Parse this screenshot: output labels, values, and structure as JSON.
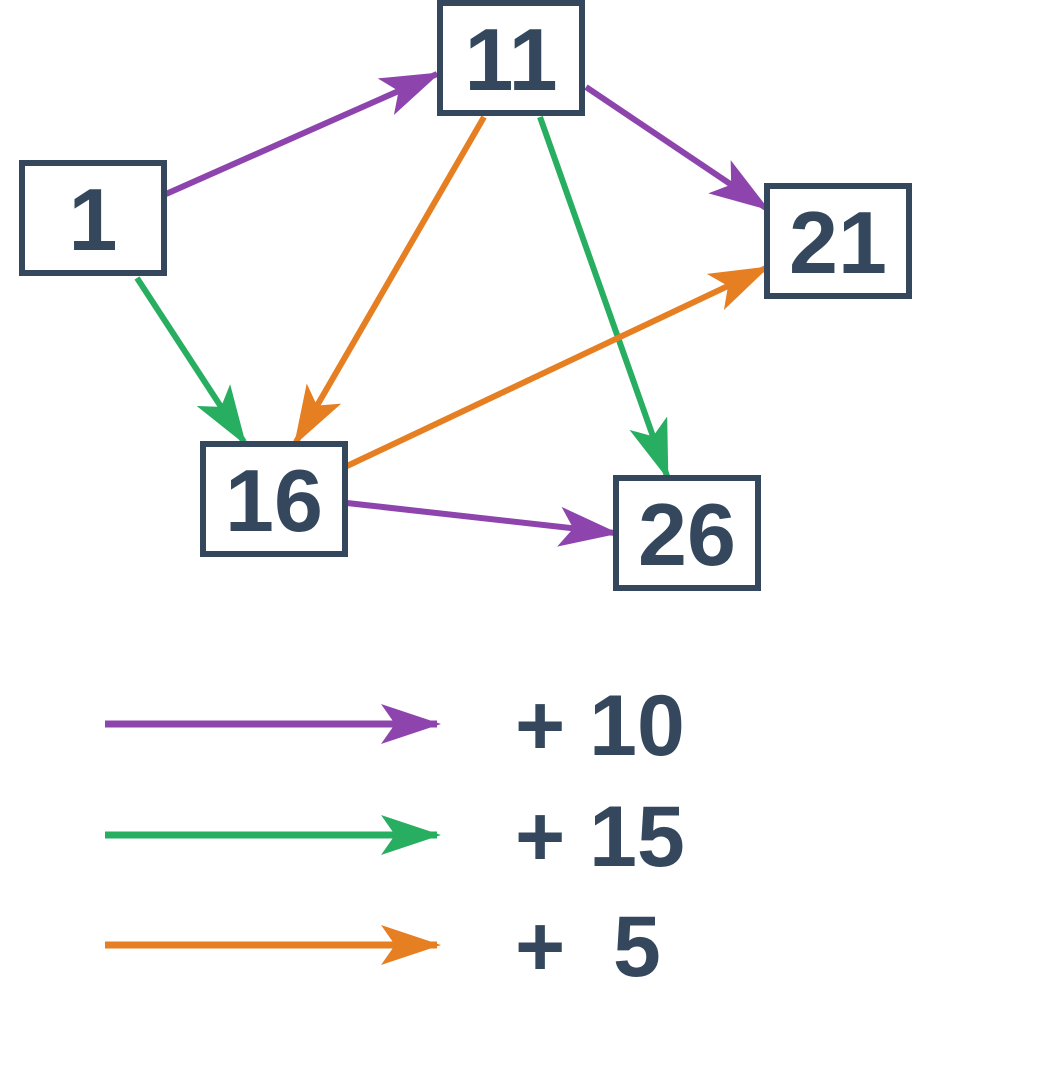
{
  "colors": {
    "ink": "#34475d",
    "purple": "#8e44ad",
    "green": "#27ae60",
    "orange": "#e67e22"
  },
  "nodes": [
    {
      "id": "n1",
      "label": "1"
    },
    {
      "id": "n11",
      "label": "11"
    },
    {
      "id": "n21",
      "label": "21"
    },
    {
      "id": "n16",
      "label": "16"
    },
    {
      "id": "n26",
      "label": "26"
    }
  ],
  "edges": [
    {
      "from": "1",
      "to": "11",
      "type": "purple"
    },
    {
      "from": "11",
      "to": "21",
      "type": "purple"
    },
    {
      "from": "16",
      "to": "26",
      "type": "purple"
    },
    {
      "from": "1",
      "to": "16",
      "type": "green"
    },
    {
      "from": "11",
      "to": "26",
      "type": "green"
    },
    {
      "from": "11",
      "to": "16",
      "type": "orange"
    },
    {
      "from": "16",
      "to": "21",
      "type": "orange"
    }
  ],
  "legend": [
    {
      "color": "purple",
      "label": "+ 10"
    },
    {
      "color": "green",
      "label": "+ 15"
    },
    {
      "color": "orange",
      "label": "+  5"
    }
  ]
}
